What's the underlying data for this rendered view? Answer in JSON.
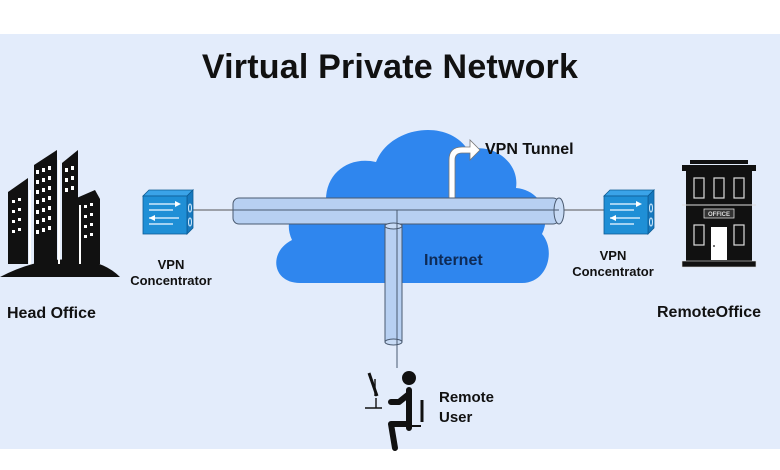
{
  "title": "Virtual Private Network",
  "nodes": {
    "head_office": {
      "label": "Head Office",
      "icon": "office-towers-icon"
    },
    "vpn_concentrator_left": {
      "label_line1": "VPN",
      "label_line2": "Concentrator",
      "icon": "vpn-concentrator-icon"
    },
    "internet": {
      "label": "Internet",
      "icon": "cloud-icon"
    },
    "vpn_tunnel": {
      "label": "VPN Tunnel",
      "icon": "curved-arrow-icon"
    },
    "vpn_concentrator_right": {
      "label_line1": "VPN",
      "label_line2": "Concentrator",
      "icon": "vpn-concentrator-icon"
    },
    "remote_office": {
      "label": "RemoteOffice",
      "icon": "office-building-icon",
      "sign": "OFFICE"
    },
    "remote_user": {
      "label_line1": "Remote",
      "label_line2": "User",
      "icon": "person-at-computer-icon"
    }
  },
  "colors": {
    "background": "#e3ecfb",
    "cloud": "#2f86ee",
    "pipe": "#b7d0f2",
    "device": "#1f8fd6",
    "icon_dark": "#111111"
  }
}
